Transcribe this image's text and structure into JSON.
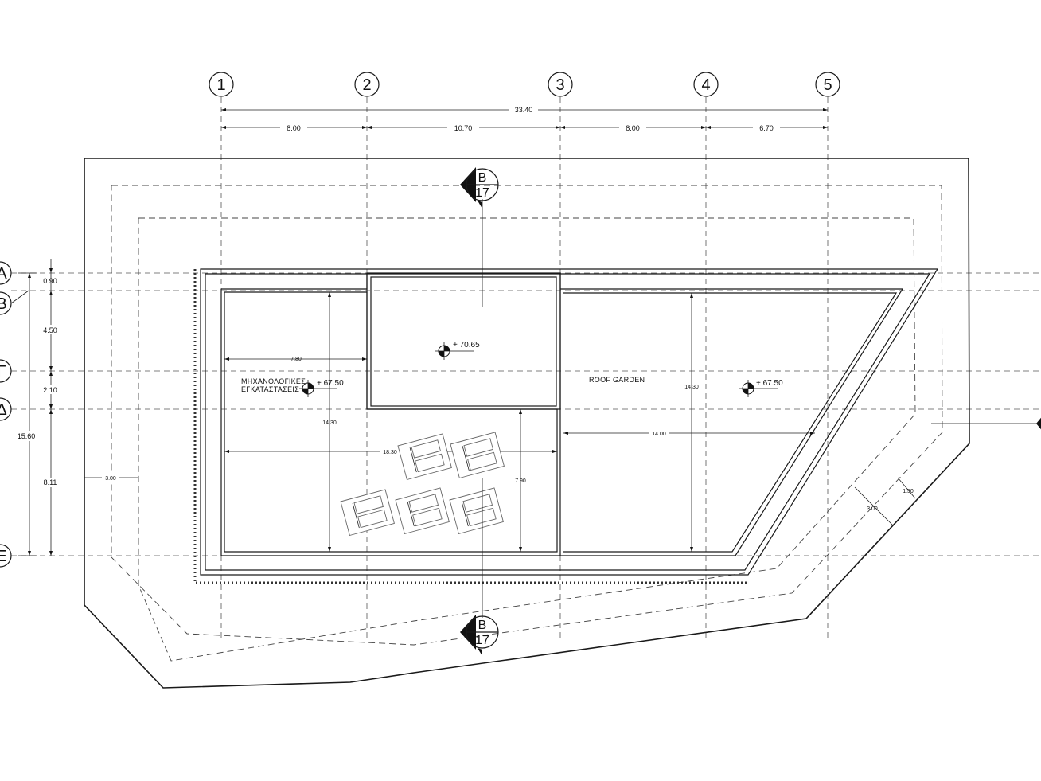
{
  "grid": {
    "columns": [
      "1",
      "2",
      "3",
      "4",
      "5"
    ],
    "rows": [
      "A",
      "B",
      "Γ",
      "Δ",
      "E"
    ]
  },
  "dimensions": {
    "overall": "33.40",
    "spans": [
      "8.00",
      "10.70",
      "8.00",
      "6.70"
    ],
    "row_total": "15.60",
    "row_spans": [
      "0.90",
      "4.50",
      "2.10",
      "8.11"
    ],
    "interior": {
      "w780": "7.80",
      "h1430_left": "14.30",
      "w1830": "18.30",
      "h790": "7.90",
      "h1430_right": "14.30",
      "w1400": "14.00",
      "setback_left": "3.00",
      "setback_diag_a": "3.00",
      "setback_diag_b": "1.50"
    }
  },
  "section_marker": {
    "letter": "B",
    "sheet": "17"
  },
  "labels": {
    "mech_line1": "ΜΗΧΑΝΟΛΟΓΙΚΕΣ",
    "mech_line2": "ΕΓΚΑΤΑΣΤΑΣΕΙΣ",
    "roof_garden": "ROOF GARDEN"
  },
  "levels": {
    "mech": "+ 67.50",
    "upper": "+ 70.65",
    "garden": "+ 67.50"
  },
  "icons": {
    "level_marker": "level-datum-icon",
    "section_arrow": "section-cut-icon",
    "grid_bubble": "grid-bubble-icon",
    "solar_panel": "solar-panel-icon"
  }
}
